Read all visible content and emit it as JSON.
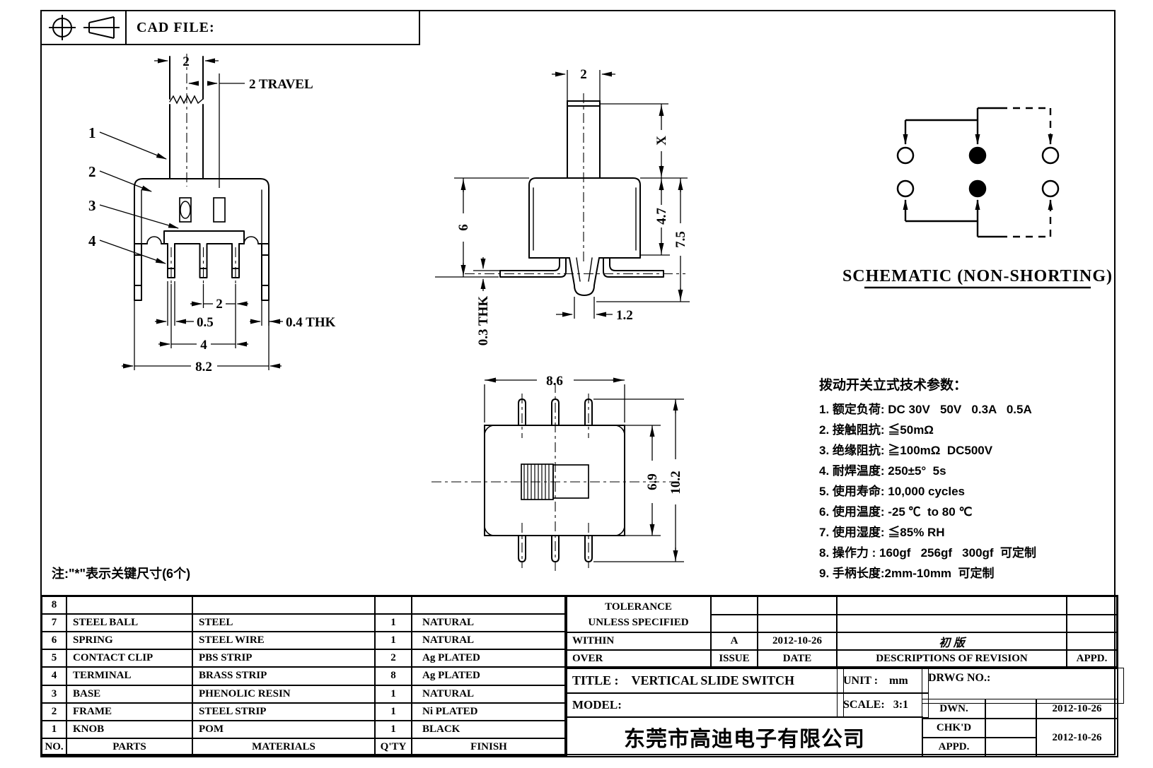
{
  "header": {
    "cad_file_label": "CAD FILE:"
  },
  "front_view": {
    "knob_width": "2",
    "travel": "2 TRAVEL",
    "callout_1": "1",
    "callout_2": "2",
    "callout_3": "3",
    "callout_4": "4",
    "pin_pitch": "2",
    "pin_width": "0.5",
    "pin_span": "4",
    "overall_width": "8.2",
    "bracket_thk": "0.4 THK"
  },
  "side_view": {
    "knob_width": "2",
    "knob_height": "X",
    "height_left": "6",
    "body_height": "4.7",
    "overall_height": "7.5",
    "lead_thk": "0.3 THK",
    "tab_width": "1.2"
  },
  "bottom_view": {
    "width": "8.6",
    "body_depth": "6.9",
    "overall_depth": "10.2"
  },
  "schematic": {
    "title": "SCHEMATIC (NON-SHORTING)"
  },
  "specs": {
    "title": "拨动开关立式技术参数：",
    "items": [
      "1. 额定负荷: DC 30V   50V   0.3A   0.5A",
      "2. 接触阻抗: ≦50mΩ",
      "3. 绝缘阻抗: ≧100mΩ  DC500V",
      "4. 耐焊温度: 250±5°  5s",
      "5. 使用寿命: 10,000 cycles",
      "6. 使用温度: -25 ℃  to 80 ℃",
      "7. 使用湿度: ≦85% RH",
      "8. 操作力 : 160gf   256gf   300gf  可定制",
      "9. 手柄长度:2mm-10mm  可定制"
    ]
  },
  "note": "注:\"*\"表示关键尺寸(6个)",
  "parts_table": {
    "headers": {
      "no": "NO.",
      "parts": "PARTS",
      "materials": "MATERIALS",
      "qty": "Q'TY",
      "finish": "FINISH"
    },
    "rows": [
      {
        "no": "8",
        "parts": "",
        "materials": "",
        "qty": "",
        "finish": ""
      },
      {
        "no": "7",
        "parts": "STEEL BALL",
        "materials": "STEEL",
        "qty": "1",
        "finish": "NATURAL"
      },
      {
        "no": "6",
        "parts": "SPRING",
        "materials": "STEEL WIRE",
        "qty": "1",
        "finish": "NATURAL"
      },
      {
        "no": "5",
        "parts": "CONTACT CLIP",
        "materials": "PBS STRIP",
        "qty": "2",
        "finish": "Ag PLATED"
      },
      {
        "no": "4",
        "parts": "TERMINAL",
        "materials": "BRASS STRIP",
        "qty": "8",
        "finish": "Ag PLATED"
      },
      {
        "no": "3",
        "parts": "BASE",
        "materials": "PHENOLIC RESIN",
        "qty": "1",
        "finish": "NATURAL"
      },
      {
        "no": "2",
        "parts": "FRAME",
        "materials": "STEEL STRIP",
        "qty": "1",
        "finish": "Ni PLATED"
      },
      {
        "no": "1",
        "parts": "KNOB",
        "materials": "POM",
        "qty": "1",
        "finish": "BLACK"
      }
    ]
  },
  "revision_block": {
    "tolerance_line1": "TOLERANCE",
    "tolerance_line2": "UNLESS  SPECIFIED",
    "within": "WITHIN",
    "over": "OVER",
    "issue": "ISSUE",
    "date": "DATE",
    "descriptions": "DESCRIPTIONS OF REVISION",
    "appd": "APPD.",
    "rev_issue": "A",
    "rev_date": "2012-10-26",
    "rev_description": "初  版"
  },
  "title_block": {
    "title_label": "TITLE :",
    "title_value": "VERTICAL SLIDE SWITCH",
    "unit_label": "UNIT :",
    "unit_value": "mm",
    "model_label": "MODEL:",
    "scale_label": "SCALE:",
    "scale_value": "3:1",
    "drwg_label": "DRWG NO.:",
    "company": "东莞市高迪电子有限公司",
    "dwn": "DWN.",
    "chkd": "CHK'D",
    "appd": "APPD.",
    "dwn_date": "2012-10-26",
    "chkd_date": "2012-10-26"
  }
}
